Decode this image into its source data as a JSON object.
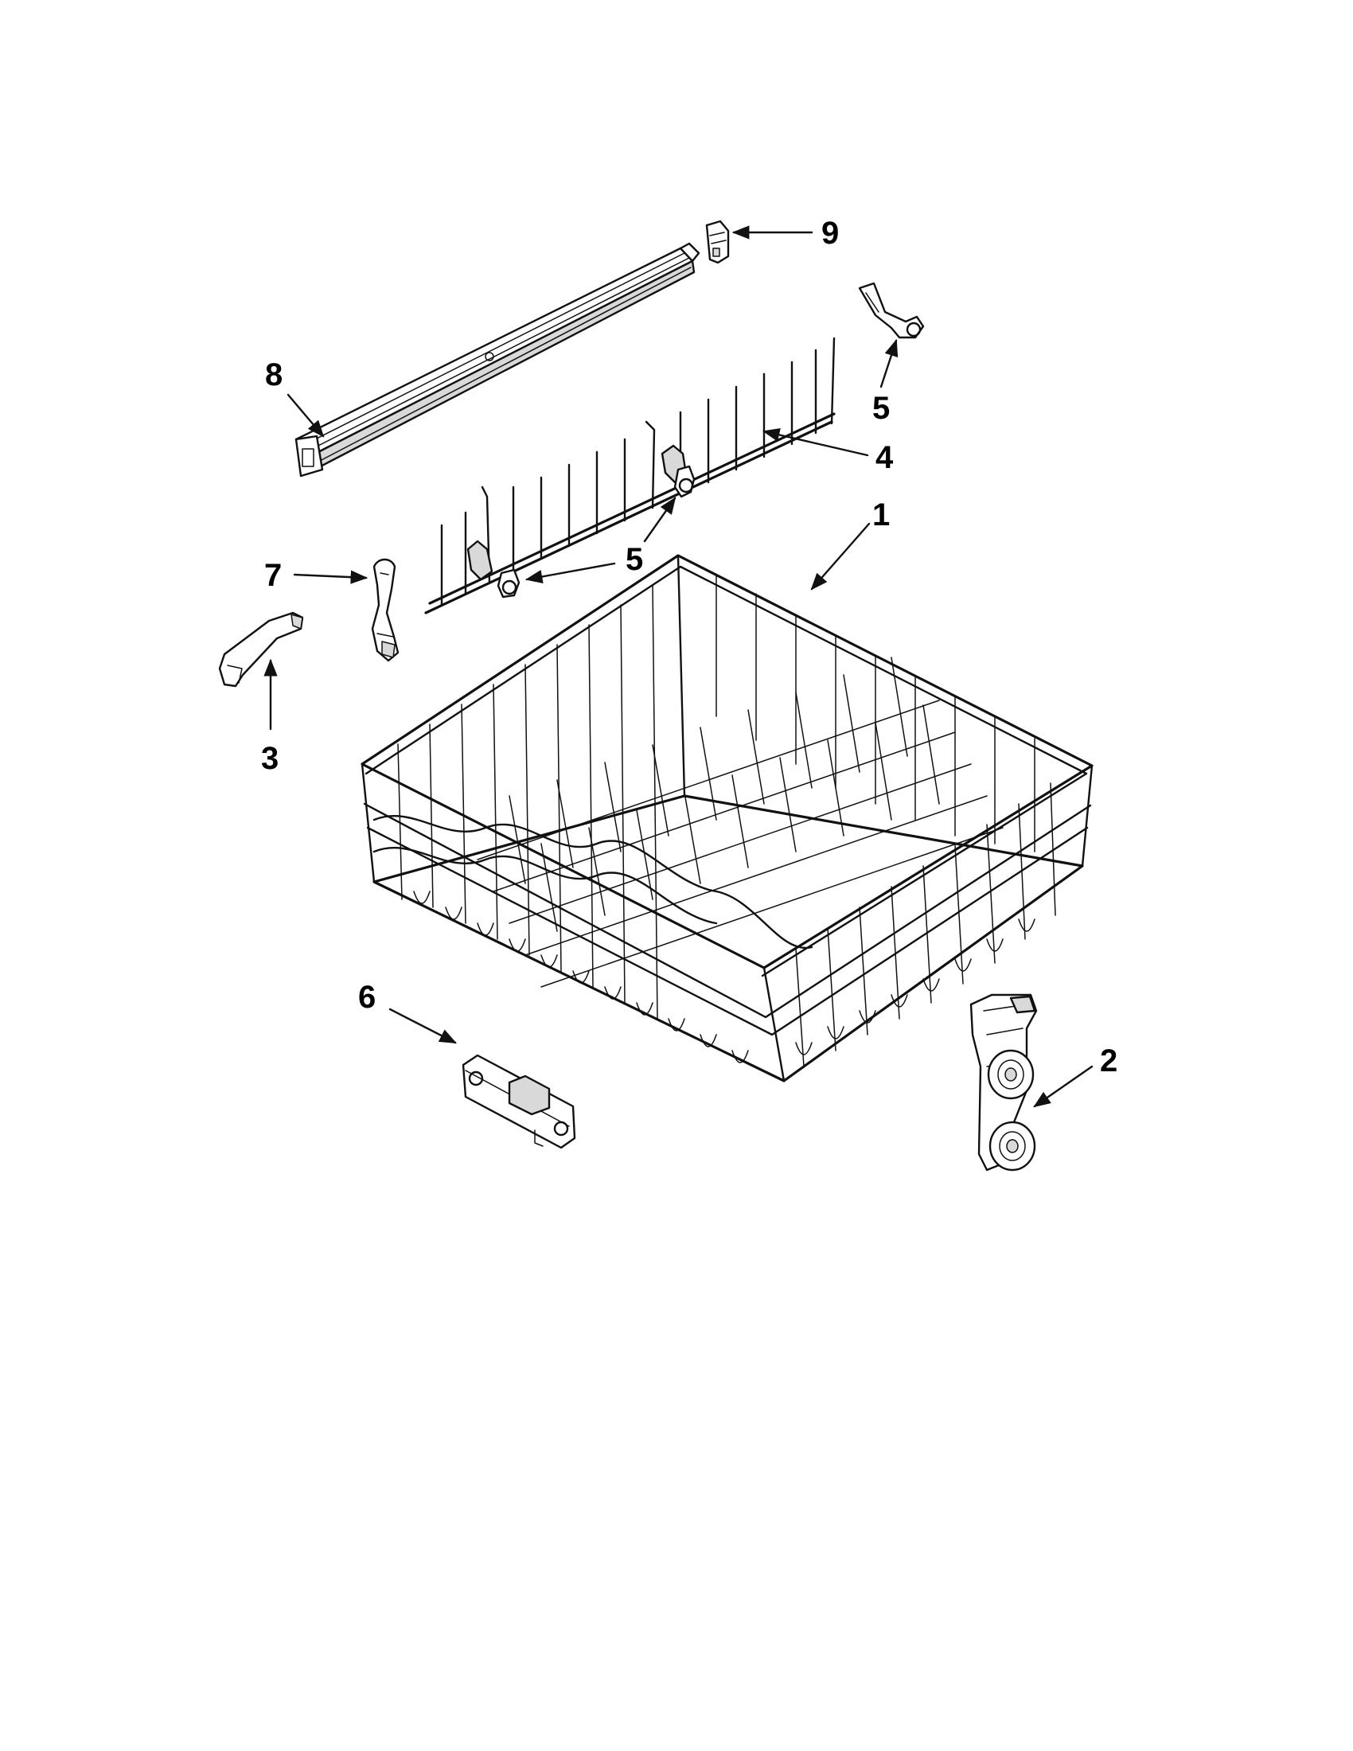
{
  "callouts": {
    "c1": "1",
    "c2": "2",
    "c3": "3",
    "c4": "4",
    "c5a": "5",
    "c5b": "5",
    "c6": "6",
    "c7": "7",
    "c8": "8",
    "c9": "9"
  },
  "colors": {
    "line": "#111111",
    "background": "#ffffff"
  }
}
